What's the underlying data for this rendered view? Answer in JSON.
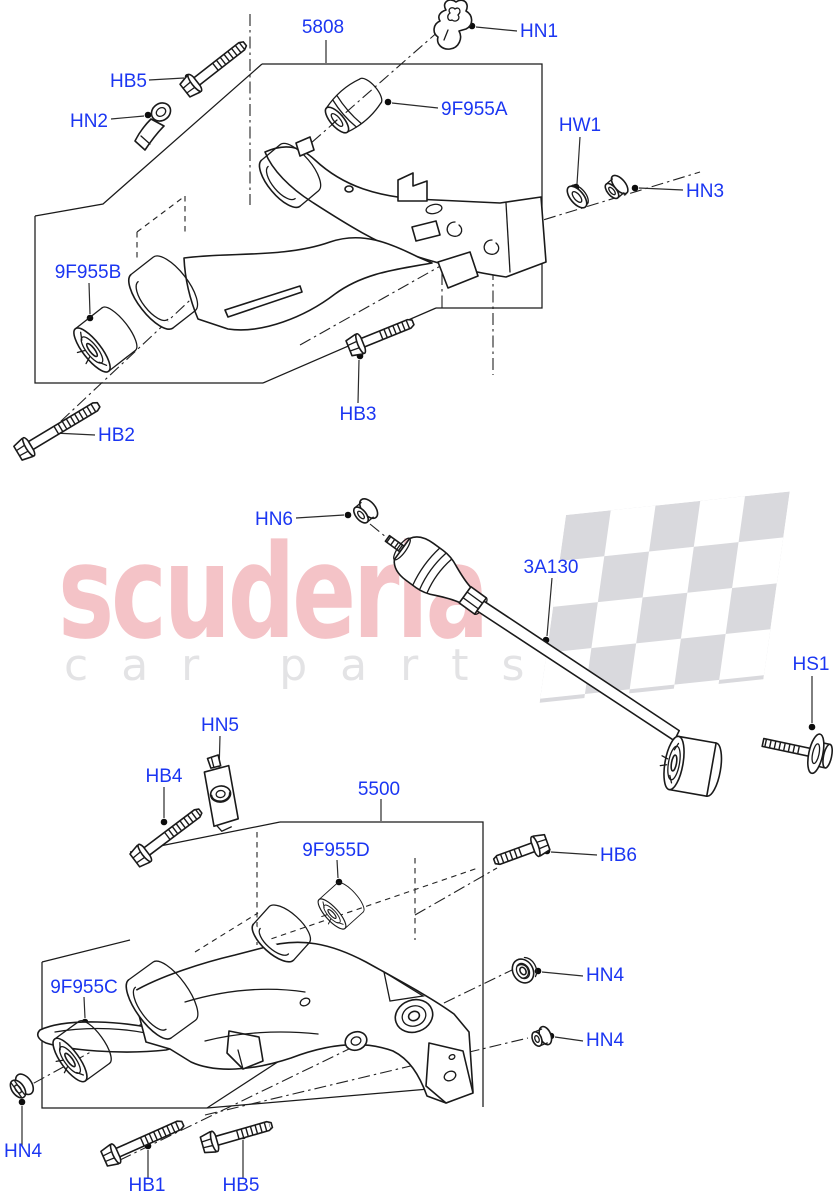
{
  "watermark": {
    "brand": "scuderia",
    "tagline": "car parts"
  },
  "colors": {
    "callout_blue": "#1b36f2",
    "line_ink": "#1a1a1a",
    "watermark_pink": "#f4c3c7",
    "watermark_gray": "#e3e3e5",
    "flag_gray": "#d9d9dd"
  },
  "callouts": {
    "c5808": "5808",
    "hn1": "HN1",
    "hb5_top": "HB5",
    "hn2": "HN2",
    "a9f955a": "9F955A",
    "hw1": "HW1",
    "hn3": "HN3",
    "b9f955b": "9F955B",
    "hb2": "HB2",
    "hb3": "HB3",
    "hn6": "HN6",
    "a3a130": "3A130",
    "hs1": "HS1",
    "hn5": "HN5",
    "hb4": "HB4",
    "c5500": "5500",
    "d9f955d": "9F955D",
    "hb6": "HB6",
    "hn4_r1": "HN4",
    "hn4_r2": "HN4",
    "c9f955c": "9F955C",
    "hn4_bl": "HN4",
    "hb1": "HB1",
    "hb5_b": "HB5"
  }
}
